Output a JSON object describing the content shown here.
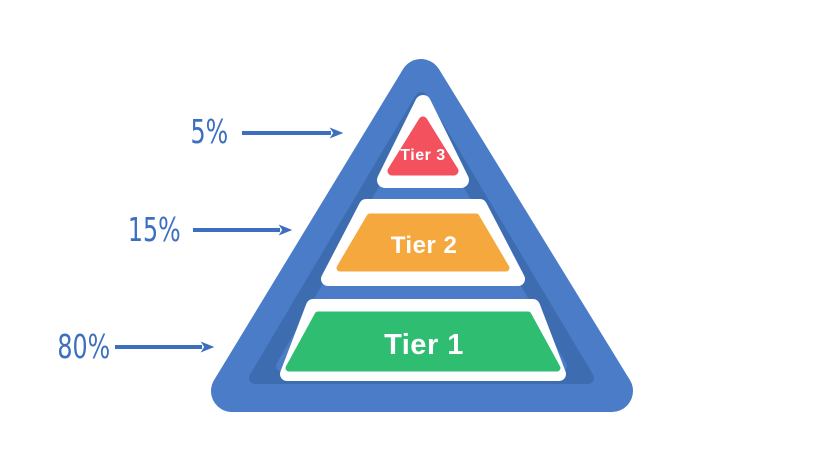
{
  "diagram": {
    "type": "pyramid",
    "levels": [
      {
        "id": "tier-3",
        "label": "Tier 3",
        "percent": "5%",
        "color": "#F4515E",
        "position": "top"
      },
      {
        "id": "tier-2",
        "label": "Tier 2",
        "percent": "15%",
        "color": "#F5A83D",
        "position": "middle"
      },
      {
        "id": "tier-1",
        "label": "Tier 1",
        "percent": "80%",
        "color": "#2EBD71",
        "position": "bottom"
      }
    ],
    "colors": {
      "pyramid_outer": "#4A7CC8",
      "pyramid_inner_shadow": "#3E6CB1",
      "tier_border": "#FFFFFF",
      "tier_text": "#FFFFFF",
      "label_text": "#3D6FC0",
      "arrow": "#3D6FC0",
      "background": "#FFFFFF"
    }
  },
  "chart_data": {
    "type": "pyramid",
    "categories": [
      "Tier 3",
      "Tier 2",
      "Tier 1"
    ],
    "values": [
      5,
      15,
      80
    ],
    "value_labels": [
      "5%",
      "15%",
      "80%"
    ],
    "order": "top-to-bottom",
    "title": "",
    "legend": "none"
  }
}
